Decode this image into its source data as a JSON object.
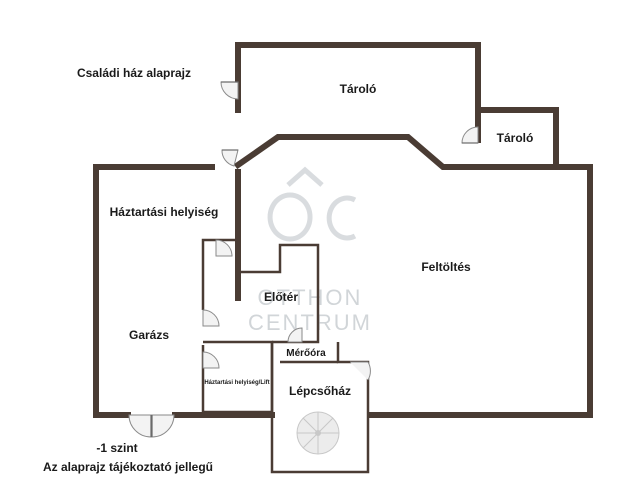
{
  "title": "Családi ház alaprajz",
  "level": "-1 szint",
  "disclaimer": "Az alaprajz tájékoztató jellegű",
  "watermark": {
    "logo": "ÔC",
    "line1": "OTTHON",
    "line2": "CENTRUM"
  },
  "rooms": {
    "taroló_large": "Tároló",
    "taroló_small": "Tároló",
    "haztartasi": "Háztartási helyiség",
    "feltoltes": "Feltöltés",
    "eloter": "Előtér",
    "garazs": "Garázs",
    "meroora": "Mérőóra",
    "lepcsohaz": "Lépcsőház",
    "haztartasi_lift": "Háztartási helyiség/Lift"
  },
  "colors": {
    "wall": "#4a3c34",
    "watermark": "#b9bfc4"
  }
}
